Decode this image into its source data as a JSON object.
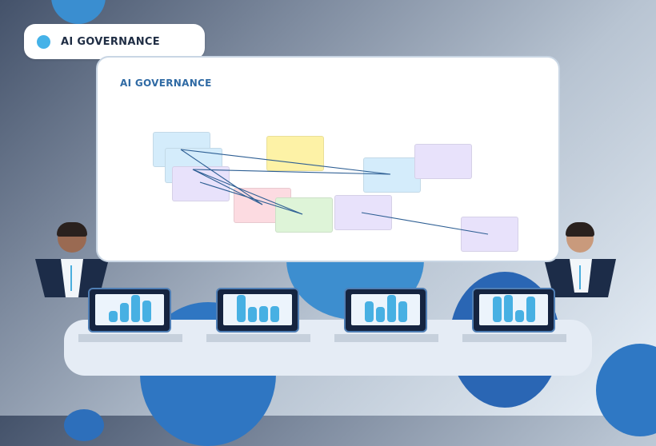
{
  "badge": {
    "label": "AI GOVERNANCE",
    "dot_color": "#45b2e8",
    "icon": "status-dot-icon"
  },
  "screen": {
    "title": "AI GOVERNANCE",
    "notes": [
      {
        "id": "n1",
        "color": "#d4ecfb"
      },
      {
        "id": "n2",
        "color": "#d4ecfb"
      },
      {
        "id": "n3",
        "color": "#e8e2fb"
      },
      {
        "id": "n4",
        "color": "#fdf2a6"
      },
      {
        "id": "n5",
        "color": "#fcdbe1"
      },
      {
        "id": "n6",
        "color": "#def4d8"
      },
      {
        "id": "n7",
        "color": "#d4ecfb"
      },
      {
        "id": "n8",
        "color": "#e8e2fb"
      },
      {
        "id": "n9",
        "color": "#e8e2fb"
      },
      {
        "id": "n10",
        "color": "#e8e2fb"
      }
    ],
    "link_color": "#2d5e93"
  },
  "laptops": [
    {
      "bar_levels": [
        0.4,
        0.7,
        1.0,
        0.8
      ]
    },
    {
      "bar_levels": [
        1.0,
        0.55,
        0.6,
        0.6
      ]
    },
    {
      "bar_levels": [
        0.75,
        0.55,
        1.0,
        0.75
      ]
    },
    {
      "bar_levels": [
        0.95,
        1.0,
        0.45,
        0.95
      ]
    }
  ],
  "colors": {
    "accent": "#45b2e8",
    "navy": "#152440",
    "suit": "#1c2c48"
  }
}
